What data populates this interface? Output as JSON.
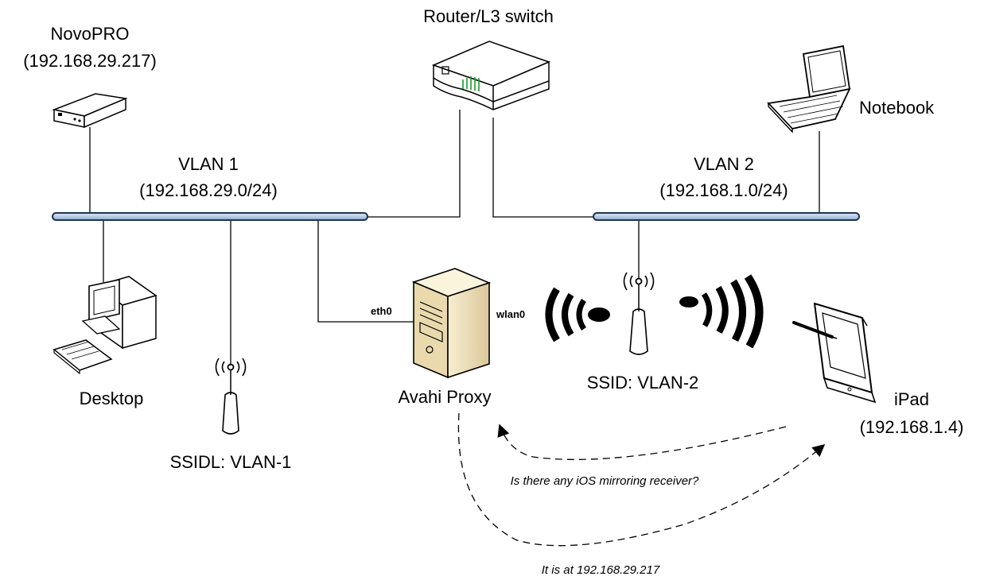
{
  "nodes": {
    "novopro": {
      "name": "NovoPRO",
      "ip": "(192.168.29.217)",
      "icon": "media-box-icon"
    },
    "router": {
      "name": "Router/L3 switch",
      "icon": "router-icon"
    },
    "notebook": {
      "name": "Notebook",
      "icon": "laptop-icon"
    },
    "desktop": {
      "name": "Desktop",
      "icon": "desktop-computer-icon"
    },
    "ap_vlan1": {
      "name": "SSIDL: VLAN-1",
      "icon": "wireless-access-point-icon"
    },
    "avahi": {
      "name": "Avahi Proxy",
      "icon": "server-icon",
      "eth": "eth0",
      "wlan": "wlan0"
    },
    "ap_vlan2": {
      "name": "SSID: VLAN-2",
      "icon": "wireless-access-point-icon"
    },
    "ipad": {
      "name": "iPad",
      "ip": "(192.168.1.4)",
      "icon": "tablet-icon"
    }
  },
  "vlans": {
    "vlan1": {
      "name": "VLAN 1",
      "subnet": "(192.168.29.0/24)"
    },
    "vlan2": {
      "name": "VLAN 2",
      "subnet": "(192.168.1.0/24)"
    }
  },
  "messages": {
    "query": "Is there any iOS mirroring receiver?",
    "reply": "It is at 192.168.29.217"
  }
}
